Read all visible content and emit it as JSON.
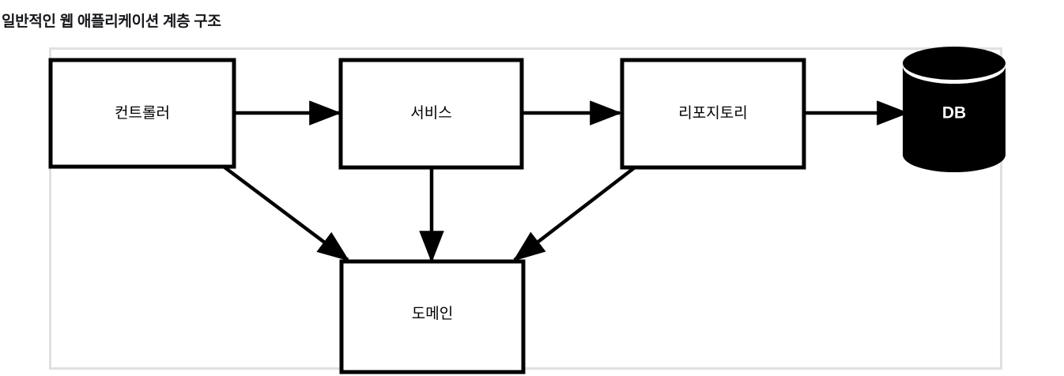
{
  "page": {
    "title": "일반적인 웹 애플리케이션 계층 구조",
    "background_color": "#ffffff",
    "title_color": "#16171a"
  },
  "diagram": {
    "type": "layered-architecture-flow",
    "frame": {
      "stroke_color": "#e0e0e0",
      "fill": "#ffffff"
    },
    "stroke_color": "#000000",
    "nodes": [
      {
        "id": "controller",
        "label": "컨트롤러",
        "shape": "rectangle",
        "fill": "#ffffff",
        "text_color": "#000000"
      },
      {
        "id": "service",
        "label": "서비스",
        "shape": "rectangle",
        "fill": "#ffffff",
        "text_color": "#000000"
      },
      {
        "id": "repository",
        "label": "리포지토리",
        "shape": "rectangle",
        "fill": "#ffffff",
        "text_color": "#000000"
      },
      {
        "id": "database",
        "label": "DB",
        "shape": "cylinder",
        "fill": "#000000",
        "text_color": "#ffffff"
      },
      {
        "id": "domain",
        "label": "도메인",
        "shape": "rectangle",
        "fill": "#ffffff",
        "text_color": "#000000"
      }
    ],
    "edges": [
      {
        "from": "controller",
        "to": "service",
        "direction": "right"
      },
      {
        "from": "service",
        "to": "repository",
        "direction": "right"
      },
      {
        "from": "repository",
        "to": "database",
        "direction": "right"
      },
      {
        "from": "controller",
        "to": "domain",
        "direction": "diagonal-down-right"
      },
      {
        "from": "service",
        "to": "domain",
        "direction": "down"
      },
      {
        "from": "repository",
        "to": "domain",
        "direction": "diagonal-down-left"
      }
    ]
  }
}
